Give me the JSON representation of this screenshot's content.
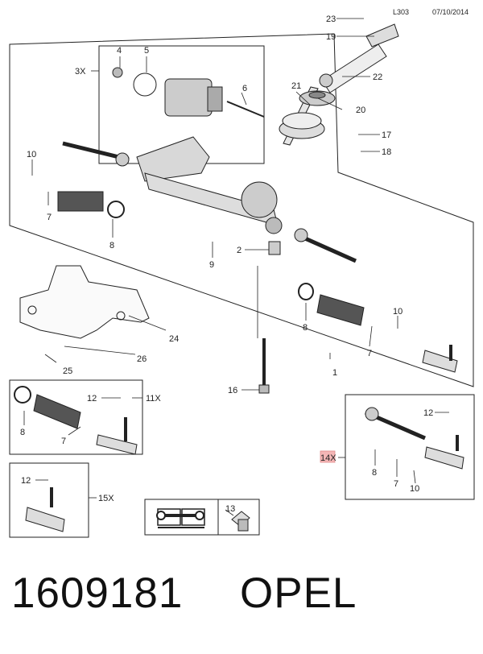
{
  "header": {
    "code": "L303",
    "date": "07/10/2014"
  },
  "labels": {
    "n1": "1",
    "n2": "2",
    "n3x": "3X",
    "n4": "4",
    "n5": "5",
    "n6": "6",
    "n7a": "7",
    "n7b": "7",
    "n7c": "7",
    "n7d": "7",
    "n8a": "8",
    "n8b": "8",
    "n8c": "8",
    "n8d": "8",
    "n9": "9",
    "n10a": "10",
    "n10b": "10",
    "n10c": "10",
    "n11x": "11X",
    "n12a": "12",
    "n12b": "12",
    "n12c": "12",
    "n13": "13",
    "n14x": "14X",
    "n15x": "15X",
    "n16": "16",
    "n17": "17",
    "n18": "18",
    "n19": "19",
    "n20": "20",
    "n21": "21",
    "n22": "22",
    "n23": "23",
    "n24": "24",
    "n25": "25",
    "n26": "26"
  },
  "footer": {
    "part_number": "1609181",
    "brand": "OPEL"
  },
  "colors": {
    "line": "#222222",
    "highlight": "#f4b6b6"
  }
}
